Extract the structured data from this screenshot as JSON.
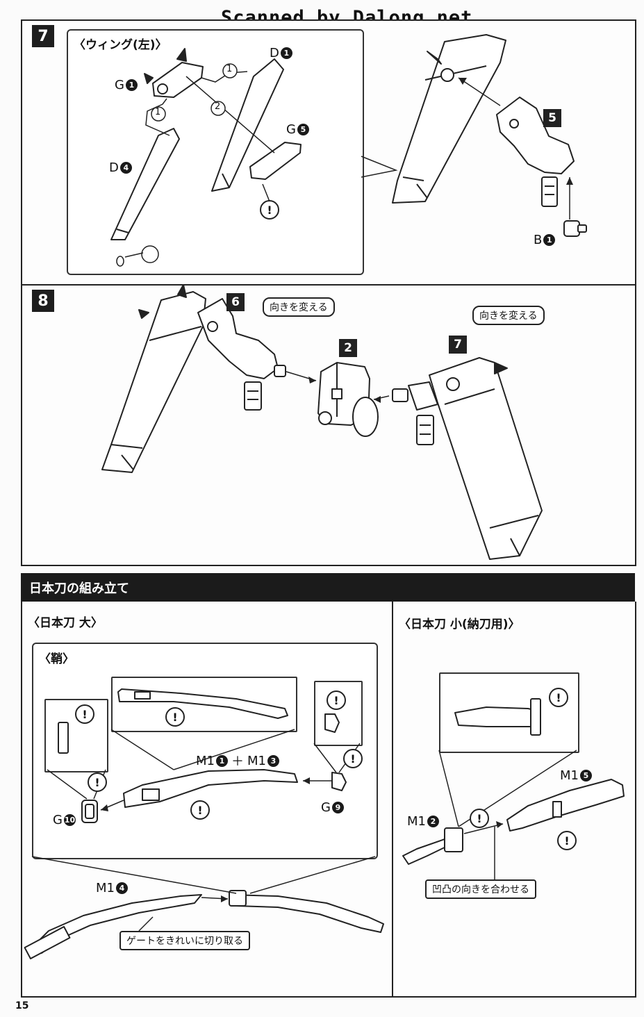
{
  "scan_credit": "Scanned by Dalong.net",
  "page_number": "15",
  "step7": {
    "number": "7",
    "wing_title": "〈ウィング(左)〉",
    "sub_step_1": "1",
    "sub_step_2": "2",
    "parts": {
      "g1": {
        "letter": "G",
        "num": "1"
      },
      "d1": {
        "letter": "D",
        "num": "1"
      },
      "g5": {
        "letter": "G",
        "num": "5"
      },
      "d4": {
        "letter": "D",
        "num": "4"
      },
      "b1": {
        "letter": "B",
        "num": "1"
      }
    },
    "ref_step": "5"
  },
  "step8": {
    "number": "8",
    "ref_left": "6",
    "ref_mid": "2",
    "ref_right": "7",
    "callout_left": "向きを変える",
    "callout_right": "向きを変える"
  },
  "katana_section": {
    "title": "日本刀の組み立て",
    "large": {
      "title": "〈日本刀 大〉",
      "scabbard_title": "〈鞘〉",
      "parts": {
        "m1_combo": {
          "a": "M1",
          "an": "1",
          "plus": "＋",
          "b": "M1",
          "bn": "3"
        },
        "g9": {
          "letter": "G",
          "num": "9"
        },
        "g10": {
          "letter": "G",
          "num": "10"
        },
        "m1_4": {
          "letter": "M1",
          "num": "4"
        }
      },
      "gate_note": "ゲートをきれいに切り取る"
    },
    "small": {
      "title": "〈日本刀 小(納刀用)〉",
      "parts": {
        "m1_5": {
          "letter": "M1",
          "num": "5"
        },
        "m1_2": {
          "letter": "M1",
          "num": "2"
        }
      },
      "align_note": "凹凸の向きを合わせる"
    },
    "warning_symbol": "!"
  }
}
